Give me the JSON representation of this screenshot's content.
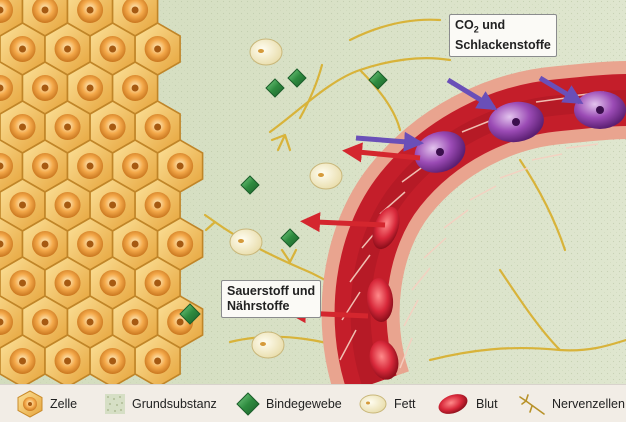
{
  "callouts": {
    "co2_line1_pre": "CO",
    "co2_line1_sub": "2",
    "co2_line1_post": " und",
    "co2_line2": "Schlackenstoffe",
    "o2_line1": "Sauerstoff und",
    "o2_line2": "Nährstoffe"
  },
  "legend": {
    "cell": "Zelle",
    "ground": "Grundsubstanz",
    "connective": "Bindegewebe",
    "fat": "Fett",
    "blood": "Blut",
    "nerve": "Nervenzellen"
  },
  "colors": {
    "background": "#d8e2c7",
    "cell_fill": "#f3b34a",
    "connective": "#2e8b3f",
    "fat": "#f5f0cf",
    "blood": "#c41e2a",
    "vessel_wall": "#e9a48f",
    "arrow_out": "#d4262e",
    "arrow_in": "#6a4fb8",
    "nerve": "#d8b33a"
  }
}
